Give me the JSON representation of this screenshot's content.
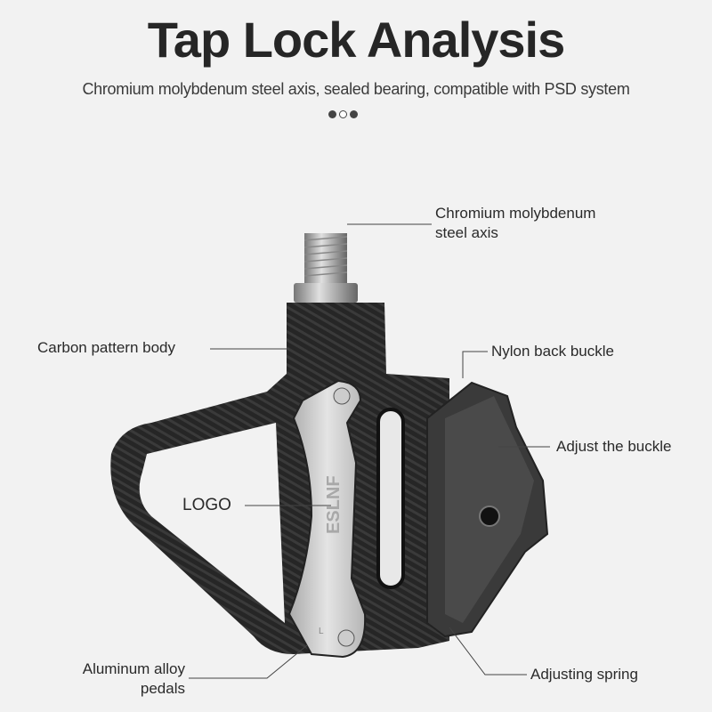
{
  "header": {
    "title": "Tap Lock Analysis",
    "subtitle": "Chromium molybdenum steel axis, sealed bearing, compatible with PSD system",
    "carousel": {
      "count": 3,
      "active_index": 1
    }
  },
  "product": {
    "logo_text": "ESLNF",
    "side_mark": "L"
  },
  "callouts": {
    "axis": {
      "line1": "Chromium molybdenum",
      "line2": "steel axis"
    },
    "body": "Carbon pattern body",
    "buckle": "Nylon back buckle",
    "adjust": "Adjust the buckle",
    "logo": "LOGO",
    "alloy": {
      "line1": "Aluminum alloy",
      "line2": "pedals"
    },
    "spring": "Adjusting spring"
  },
  "colors": {
    "background": "#f2f2f2",
    "text": "#262626",
    "carbon": "#2b2b2b",
    "plate": "#c9c9c9"
  }
}
